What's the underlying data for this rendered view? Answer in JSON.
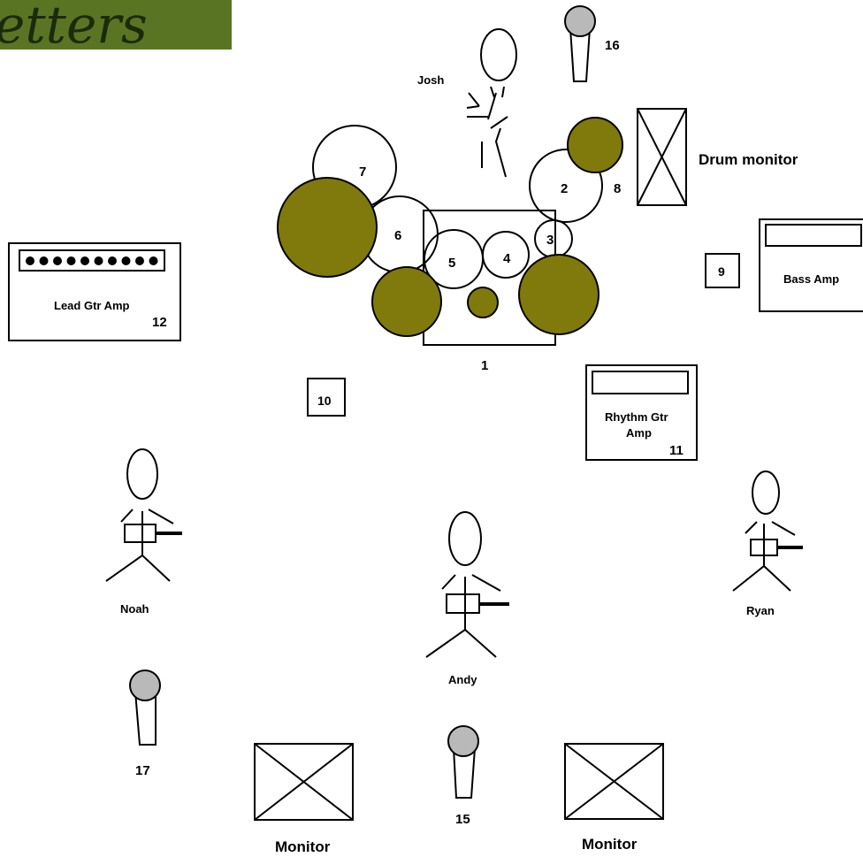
{
  "logo": {
    "text": "etters",
    "bg": "#4f6a1e",
    "ink": "#1c2a0c"
  },
  "colors": {
    "olive": "#7f7a0b",
    "mic_head": "#b9b9b9",
    "stroke": "#000000"
  },
  "people": {
    "josh": "Josh",
    "noah": "Noah",
    "andy": "Andy",
    "ryan": "Ryan"
  },
  "drums": {
    "kit_number": "1",
    "d2": "2",
    "d3": "3",
    "d4": "4",
    "d5": "5",
    "d6": "6",
    "d7": "7",
    "d8": "8"
  },
  "equipment": {
    "drum_monitor": "Drum monitor",
    "bass_amp": "Bass Amp",
    "lead_amp": "Lead Gtr Amp",
    "lead_amp_number": "12",
    "rhythm_amp_line1": "Rhythm Gtr",
    "rhythm_amp_line2": "Amp",
    "rhythm_amp_number": "11",
    "box9": "9",
    "box10": "10",
    "mic15": "15",
    "mic16": "16",
    "mic17": "17",
    "monitor_left": "Monitor",
    "monitor_right": "Monitor"
  }
}
